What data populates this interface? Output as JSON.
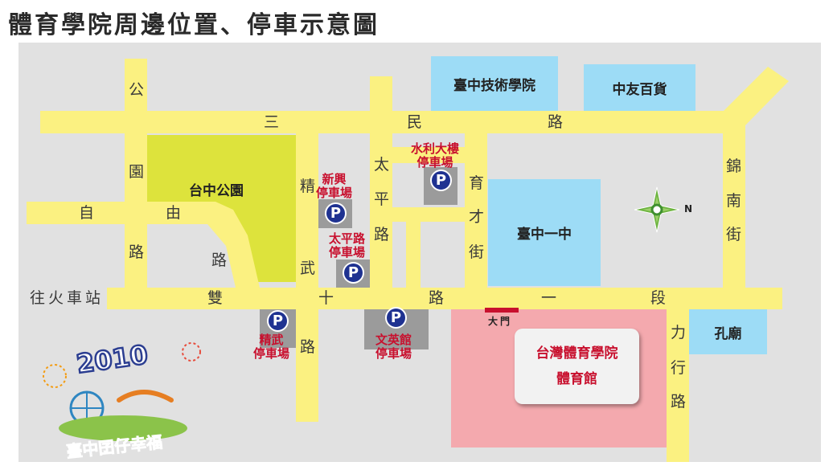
{
  "title": "體育學院周邊位置、停車示意圖",
  "streets": {
    "sanmin": [
      "三",
      "民",
      "路"
    ],
    "ziyou": [
      "自",
      "由",
      "路"
    ],
    "gongyuan": [
      "公",
      "園",
      "路"
    ],
    "jingwu_upper": [
      "精",
      "武"
    ],
    "jingwu_lower": "路",
    "taiping": [
      "太",
      "平",
      "路"
    ],
    "yucai": [
      "育",
      "才",
      "街"
    ],
    "jinnan": [
      "錦",
      "南",
      "街"
    ],
    "shuangshi": [
      "雙",
      "十",
      "路",
      "一",
      "段"
    ],
    "to_station": "往火車站",
    "lixing": [
      "力",
      "行",
      "路"
    ]
  },
  "buildings": {
    "taichung_park": "台中公園",
    "tech_univ": "臺中技術學院",
    "chungyo": "中友百貨",
    "taichung_first_high": "臺中一中",
    "confucius_temple": "孔廟",
    "sports_univ_line1": "台灣體育學院",
    "sports_univ_line2": "體育館",
    "main_gate": "大門"
  },
  "parking": {
    "symbol": "P",
    "shuili_1": "水利大樓",
    "shuili_2": "停車場",
    "xinxing_1": "新興",
    "xinxing_2": "停車場",
    "taipinglu_1": "太平路",
    "taipinglu_2": "停車場",
    "jingwu_1": "精武",
    "jingwu_2": "停車場",
    "wenying_1": "文英館",
    "wenying_2": "停車場"
  },
  "compass": {
    "north_label": "N"
  },
  "logo": {
    "year": "2010",
    "slogan": "臺中囝仔幸福"
  },
  "colors": {
    "road": "#fbf181",
    "map_bg": "#e1e1e1",
    "park": "#dde33c",
    "building_blue": "#9ddcf6",
    "university_pink": "#f4a9ae",
    "parking_symbol": "#1f3291",
    "parking_text": "#c8102e",
    "gate": "#c8102e"
  }
}
